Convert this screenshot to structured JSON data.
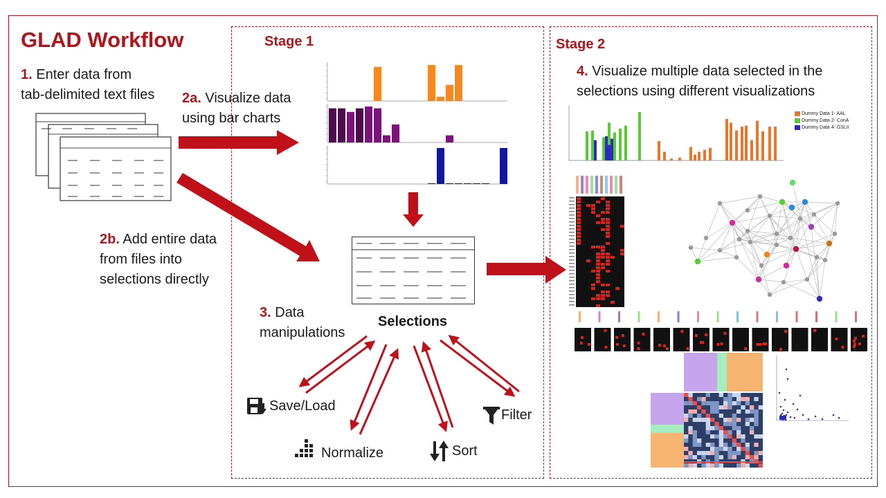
{
  "title": "GLAD Workflow",
  "step1": {
    "num": "1.",
    "line1": " Enter data from",
    "line2": "tab-delimited text files"
  },
  "step2a": {
    "num": "2a.",
    "line1": " Visualize data",
    "line2": "using bar charts"
  },
  "step2b": {
    "num": "2b.",
    "line1": " Add entire data",
    "line2": "from files into",
    "line3": "selections directly"
  },
  "stage1": {
    "label": "Stage 1"
  },
  "stage2": {
    "label": "Stage 2"
  },
  "step3": {
    "num": "3.",
    "line1": " Data",
    "line2": "manipulations"
  },
  "step4": {
    "num": "4.",
    "line1": " Visualize multiple data selected in the",
    "line2": "selections using different visualizations"
  },
  "selections_label": "Selections",
  "operations": {
    "save_load": "Save/Load",
    "normalize": "Normalize",
    "sort": "Sort",
    "filter": "Filter"
  },
  "legend": {
    "items": [
      {
        "label": "Dummy Data 1- AAL",
        "color": "#e8772b"
      },
      {
        "label": "Dummy Data 2- ConA",
        "color": "#55cc33"
      },
      {
        "label": "Dummy Data 4- GSLII",
        "color": "#2b2bbd"
      }
    ]
  },
  "colors": {
    "accent": "#b0151b",
    "arrow": "#c0111a"
  }
}
